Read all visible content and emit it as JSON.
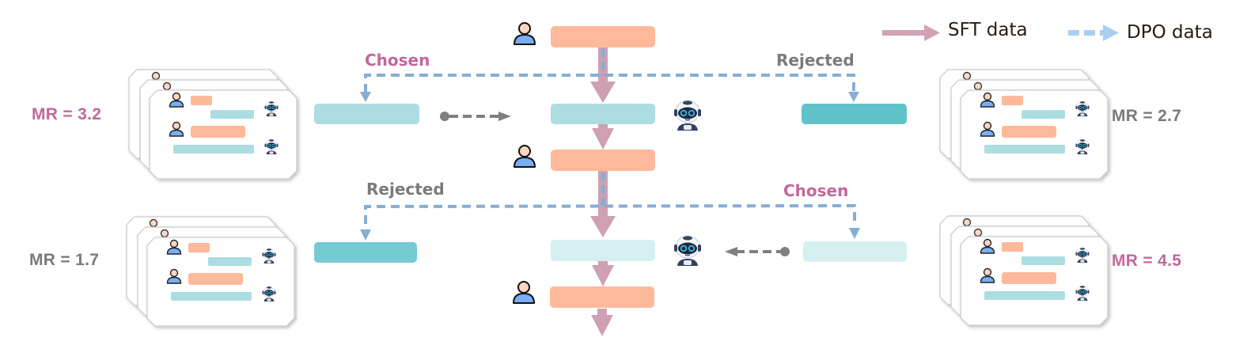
{
  "legend": {
    "sft_label": "SFT data",
    "dpo_label": "DPO data",
    "sft_color": "#d4a0b5",
    "dpo_color": "#a9cfef"
  },
  "colors": {
    "user_box": "#fdb99a",
    "assistant_box_light": "#acdde1",
    "assistant_box_pale": "#d6eff1",
    "assistant_box_rejected": "#61c2c9",
    "assistant_box_mid": "#75cbd1",
    "dpo_line": "#86aed3",
    "sft_arrow": "#cfa0b4",
    "highlight_text": "#c2679b",
    "muted_text": "#7a7a7a",
    "connector": "#7f7f7f"
  },
  "branches": [
    {
      "top_label": "Chosen",
      "top_label_style": "highlight",
      "left_conversation_mr": "MR = 3.2",
      "left_mr_style": "highlight",
      "right_label": "Rejected",
      "right_label_style": "muted",
      "right_conversation_mr": "MR = 2.7",
      "right_mr_style": "muted"
    },
    {
      "top_label": "Rejected",
      "top_label_style": "muted",
      "left_conversation_mr": "MR = 1.7",
      "left_mr_style": "muted",
      "right_label": "Chosen",
      "right_label_style": "highlight",
      "right_conversation_mr": "MR = 4.5",
      "right_mr_style": "highlight"
    }
  ]
}
